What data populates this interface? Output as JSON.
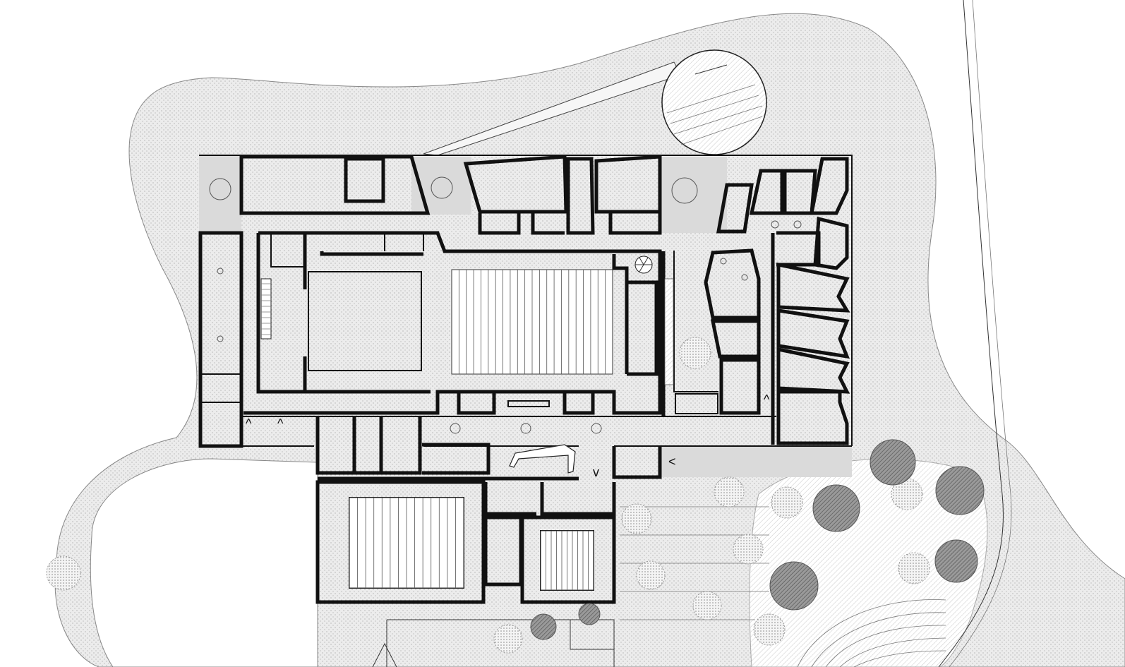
{
  "drawing": {
    "type": "architectural-floor-plan",
    "text_labels": [],
    "colors": {
      "background": "#ffffff",
      "landscape_fill": "#e6e6e6",
      "plaza_fill": "#dadada",
      "wall": "#111111",
      "vegetation_dark": "#8a8a8a"
    },
    "symbols": {
      "stair": "spiral-stair-icon",
      "entrance_arrows": [
        "^",
        "^",
        "v",
        "<",
        "^"
      ]
    },
    "spaces": {
      "main_hall": {
        "seating_rows": 22
      },
      "small_hall": {
        "seating_rows": 14
      },
      "studio": {
        "seating_rows": 10
      }
    }
  }
}
